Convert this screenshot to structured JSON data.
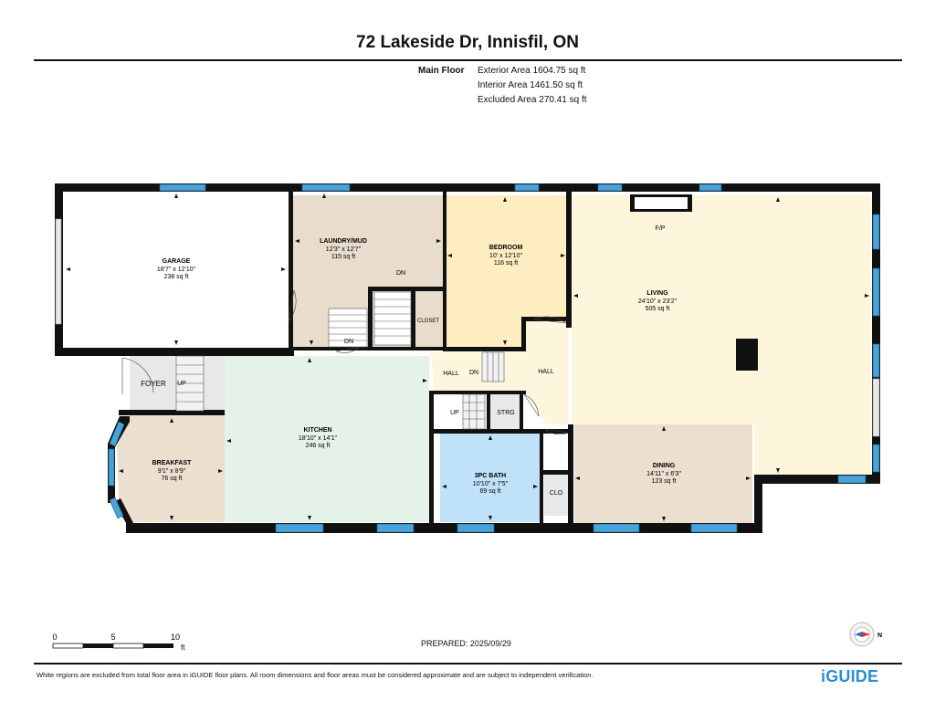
{
  "header": {
    "title": "72 Lakeside Dr, Innisfil, ON",
    "floor_label": "Main Floor",
    "areas": [
      "Exterior Area 1604.75 sq ft",
      "Interior Area 1461.50 sq ft",
      "Excluded Area 270.41 sq ft"
    ]
  },
  "rooms": {
    "garage": {
      "name": "GARAGE",
      "dims": "18'7\" x 12'10\"",
      "area": "238 sq ft"
    },
    "laundry": {
      "name": "LAUNDRY/MUD",
      "dims": "12'3\" x 12'7\"",
      "area": "115 sq ft"
    },
    "bedroom": {
      "name": "BEDROOM",
      "dims": "10' x 12'10\"",
      "area": "116 sq ft"
    },
    "living": {
      "name": "LIVING",
      "dims": "24'10\" x 23'2\"",
      "area": "505 sq ft"
    },
    "kitchen": {
      "name": "KITCHEN",
      "dims": "18'10\" x 14'1\"",
      "area": "246 sq ft"
    },
    "breakfast": {
      "name": "BREAKFAST",
      "dims": "9'1\" x 8'9\"",
      "area": "76 sq ft"
    },
    "bath": {
      "name": "3PC BATH",
      "dims": "10'10\" x 7'5\"",
      "area": "69 sq ft"
    },
    "dining": {
      "name": "DINING",
      "dims": "14'11\" x 6'3\"",
      "area": "123 sq ft"
    }
  },
  "labels": {
    "fp": "F/P",
    "closet": "CLOSET",
    "foyer": "FOYER",
    "hall1": "HALL",
    "hall2": "HALL",
    "strg": "STRG",
    "clo": "CLO",
    "up1": "UP",
    "up2": "UP",
    "dn1": "DN",
    "dn2": "DN",
    "dn3": "DN"
  },
  "scale": {
    "ticks": [
      "0",
      "5",
      "10"
    ],
    "unit": "ft"
  },
  "prepared": "PREPARED: 2025/09/29",
  "footer": "White regions are excluded from total floor area in iGUIDE floor plans. All room dimensions and floor areas must be considered approximate and are subject to independent verification.",
  "brand": "iGUIDE",
  "compass": "N",
  "colors": {
    "garage": "#ffffff",
    "laundry": "#e8dccc",
    "bedroom": "#fdedc0",
    "living": "#fdf6dc",
    "kitchen": "#e5f2ea",
    "breakfast": "#ebdfcf",
    "bath": "#bfe2f8",
    "dining": "#ebdfcf",
    "window": "#4aa3d8",
    "wall": "#111111",
    "brand": "#2a8fd6"
  }
}
